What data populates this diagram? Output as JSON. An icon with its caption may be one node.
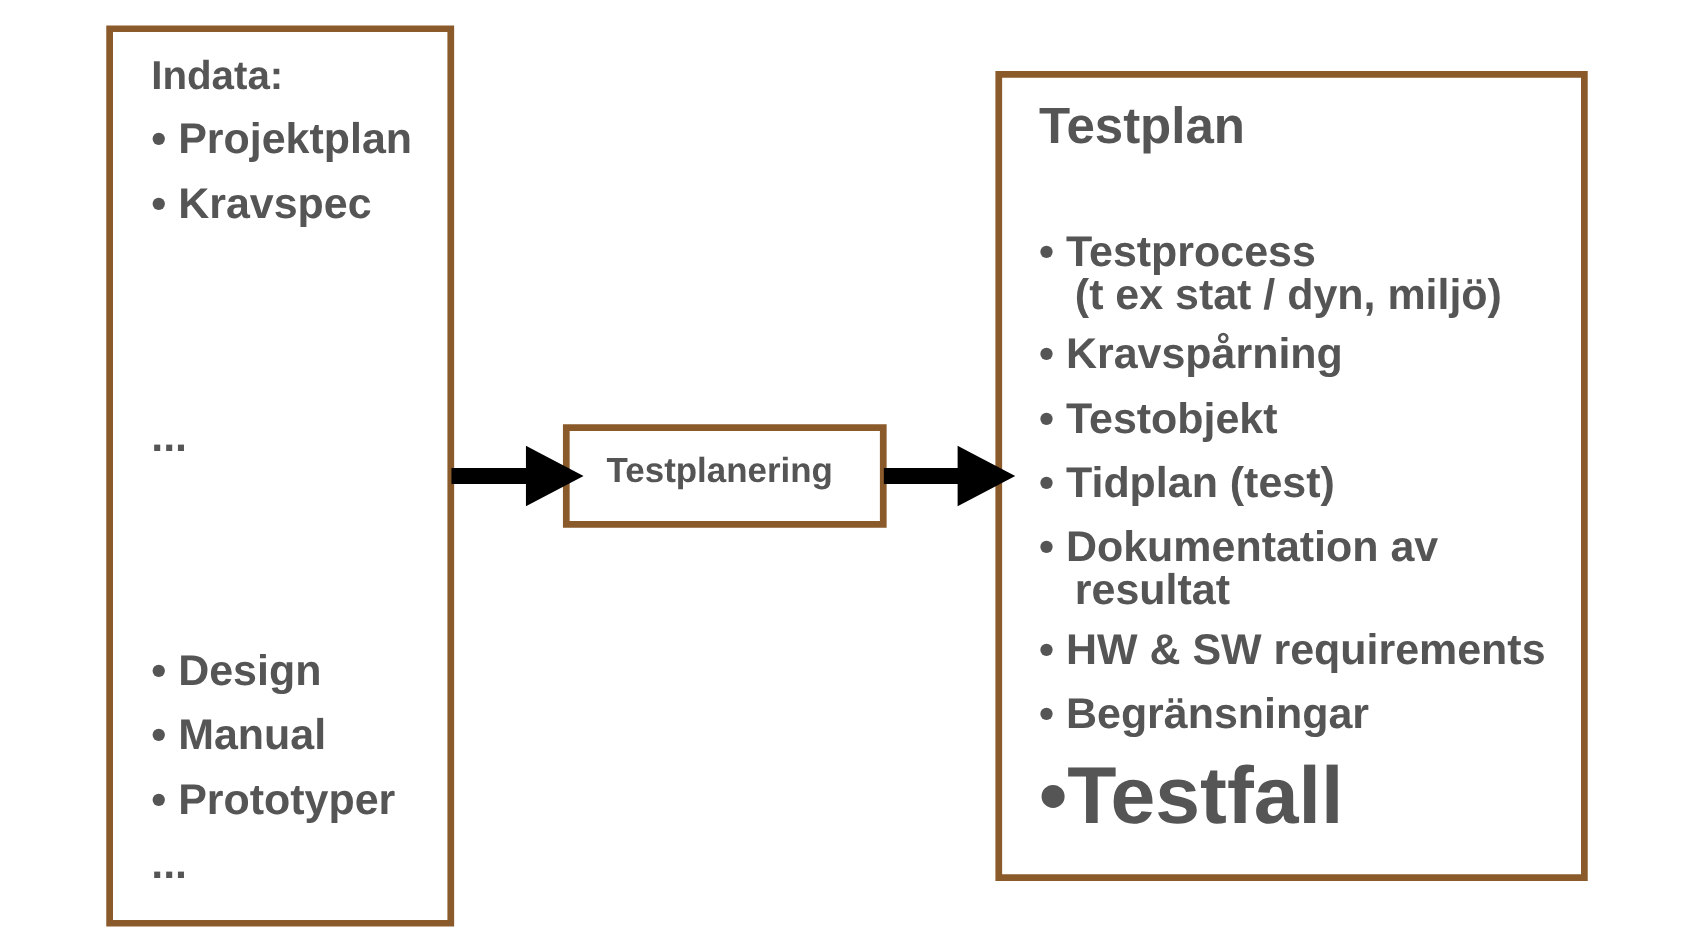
{
  "diagram": {
    "nodes": [
      {
        "text": [
          "Indata:",
          "• Projektplan",
          "• Kravspec",
          "...",
          "• Design",
          "• Manual",
          "• Prototyper",
          "..."
        ]
      },
      {
        "text": [
          "Testplanering"
        ]
      },
      {
        "text": [
          "Testplan",
          "• Testprocess (t ex stat / dyn, miljö)",
          "• Kravspårning",
          "• Testobjekt",
          "• Tidplan (test)",
          "• Dokumentation av resultat",
          "• HW & SW requirements",
          "• Begränsningar",
          "•Testfall"
        ]
      }
    ],
    "edges": [
      {
        "from": 0,
        "to": 1,
        "arrow": "to"
      },
      {
        "from": 1,
        "to": 2,
        "arrow": "to"
      }
    ]
  }
}
